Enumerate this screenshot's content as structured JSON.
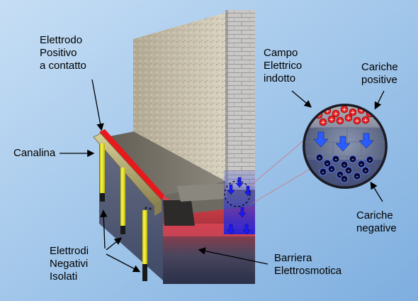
{
  "labels": {
    "positive_electrode": "Elettrodo\nPositivo\na contatto",
    "channel": "Canalina",
    "negative_electrodes": "Elettrodi\nNegativi\nIsolati",
    "barrier": "Barriera\nElettrosmotica",
    "induced_field": "Campo\nElettrico\nindotto",
    "positive_charges": "Cariche\npositive",
    "negative_charges": "Cariche\nnegative"
  },
  "symbols": {
    "plus": "+",
    "minus": "-"
  },
  "colors": {
    "background": "#9ec4e9",
    "positive": "#e8181c",
    "negative": "#1f1fd6",
    "electrode": "#f2ee1c",
    "channel": "#b8ad78"
  },
  "legend_counts": {
    "positive_charges": 13,
    "negative_charges": 14
  }
}
